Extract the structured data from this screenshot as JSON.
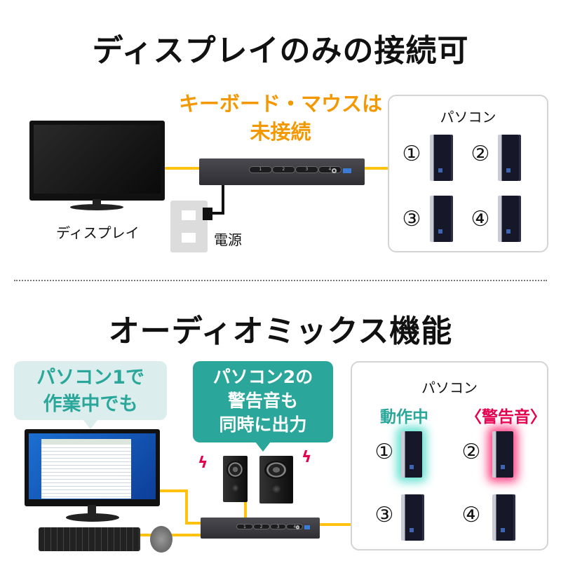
{
  "section1": {
    "title": "ディスプレイのみの接続可",
    "display_label": "ディスプレイ",
    "callout_line1": "キーボード・マウスは",
    "callout_line2": "未接続",
    "power_label": "電源",
    "pc_box": {
      "title": "パソコン",
      "numbers": [
        "①",
        "②",
        "③",
        "④"
      ]
    },
    "kvm_buttons": [
      "1",
      "2",
      "3",
      "4"
    ]
  },
  "section2": {
    "title": "オーディオミックス機能",
    "bubble1": {
      "line1": "パソコン1で",
      "line2": "作業中でも"
    },
    "bubble2": {
      "line1": "パソコン2の",
      "line2": "警告音も",
      "line3": "同時に出力"
    },
    "pc_box": {
      "title": "パソコン",
      "status_active": "動作中",
      "status_alert": "警告音",
      "alert_bracket_left": "〈",
      "alert_bracket_right": "〉",
      "numbers": [
        "①",
        "②",
        "③",
        "④"
      ]
    },
    "kvm_buttons": [
      "1",
      "2",
      "3",
      "4"
    ]
  },
  "colors": {
    "cable": "#ffc20e",
    "callout_orange": "#f39800",
    "teal": "#2aa79a",
    "bubble_light": "#dbeeed",
    "alert_pink": "#e5004f"
  }
}
